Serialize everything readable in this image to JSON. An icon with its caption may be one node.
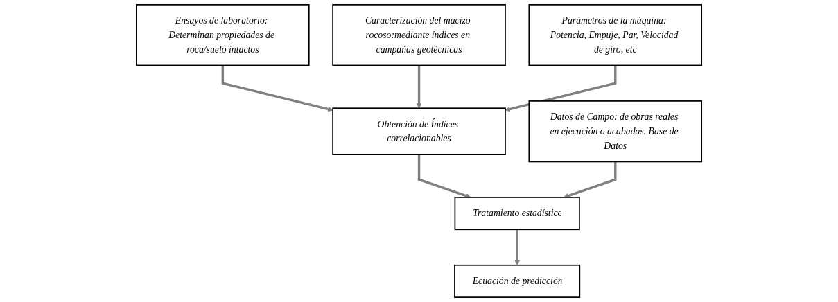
{
  "diagram": {
    "nodes": [
      {
        "text": [
          "Ensayos de laboratorio: Determinan propiedades de roca/suelo intactos"
        ]
      },
      {
        "text": [
          "Caracterización del macizo rocoso:mediante índices en campañas geotécnicas"
        ]
      },
      {
        "text": [
          "Parámetros de la máquina: Potencia, Empuje, Par, Velocidad de giro, etc"
        ]
      },
      {
        "text": [
          "Datos de Campo: de obras reales en ejecución o acabadas. Base de Datos"
        ]
      },
      {
        "text": [
          "Obtención de Índices correlacionables"
        ]
      },
      {
        "text": [
          "Tratamiento estadístico"
        ]
      },
      {
        "text": [
          "Ecuación de predicción"
        ]
      }
    ],
    "edges": [
      {
        "from": 0,
        "to": 4,
        "arrow": "to"
      },
      {
        "from": 1,
        "to": 4,
        "arrow": "to"
      },
      {
        "from": 2,
        "to": 4,
        "arrow": "to"
      },
      {
        "from": 4,
        "to": 5,
        "arrow": "to"
      },
      {
        "from": 3,
        "to": 5,
        "arrow": "to"
      },
      {
        "from": 5,
        "to": 6,
        "arrow": "to"
      }
    ]
  }
}
